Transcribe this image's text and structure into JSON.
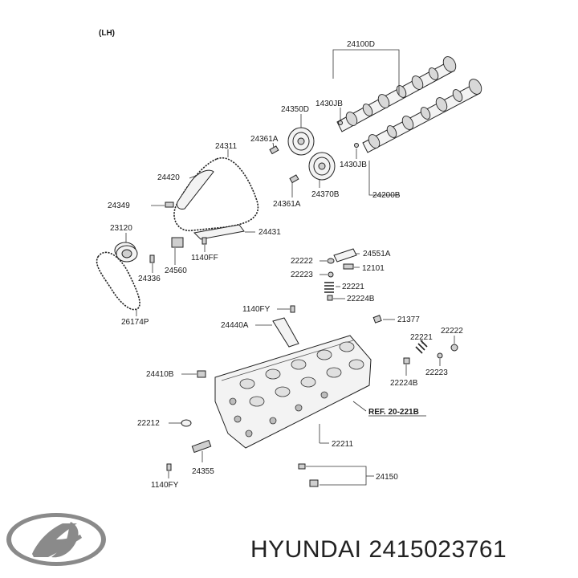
{
  "diagram": {
    "side_label": "(LH)",
    "labels": {
      "p24100D": "24100D",
      "p1430JB_a": "1430JB",
      "p24350D": "24350D",
      "p24361A_a": "24361A",
      "p1430JB_b": "1430JB",
      "p24311": "24311",
      "p24420": "24420",
      "p24361A_b": "24361A",
      "p24370B": "24370B",
      "p24200B": "24200B",
      "p24349": "24349",
      "p23120": "23120",
      "p24431": "24431",
      "p1140FF": "1140FF",
      "p24560": "24560",
      "p24336": "24336",
      "p26174P": "26174P",
      "p22222_a": "22222",
      "p24551A": "24551A",
      "p12101": "12101",
      "p22223_a": "22223",
      "p22221_a": "22221",
      "p22224B_a": "22224B",
      "p1140FY_a": "1140FY",
      "p24440A": "24440A",
      "p21377": "21377",
      "p22221_b": "22221",
      "p22222_b": "22222",
      "p24410B": "24410B",
      "p22224B_b": "22224B",
      "p22223_b": "22223",
      "pREF": "REF. 20-221B",
      "p22212": "22212",
      "p22211": "22211",
      "p24355": "24355",
      "p24150": "24150",
      "p1140FY_b": "1140FY"
    }
  },
  "logo": {
    "name": "hyundai-logo"
  },
  "caption": "HYUNDAI 2415023761"
}
